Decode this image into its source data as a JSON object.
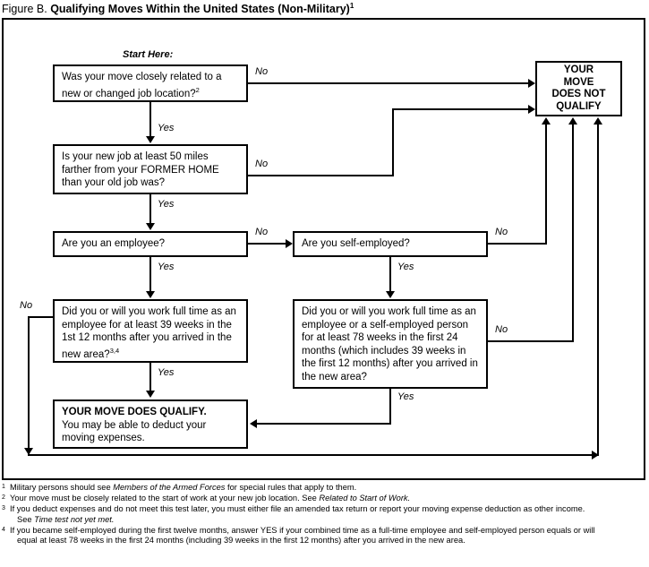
{
  "figure": {
    "lead": "Figure B.",
    "title": "Qualifying Moves Within the United States (Non-Military)",
    "title_superscript": "1"
  },
  "flowchart": {
    "start_label": "Start Here:",
    "nodes": {
      "q1": {
        "text": "Was your move closely related to a new or changed job location?",
        "superscript": "2"
      },
      "q2": {
        "text": "Is your new job at least 50 miles farther from your FORMER HOME than your old job was?"
      },
      "q3": {
        "text": "Are you an employee?"
      },
      "q4": {
        "text": "Are you self-employed?"
      },
      "q5": {
        "text": "Did you or will you work full time as an employee for at least 39 weeks in the 1st 12 months after you arrived in the new area?",
        "superscript": "3,4"
      },
      "q6": {
        "text": "Did you or will you work full time as an employee or a self-employed person for at least 78 weeks in the first 24 months (which includes 39 weeks in the first 12 months) after you arrived in the new area?"
      },
      "not_qualify": {
        "line1": "YOUR",
        "line2": "MOVE",
        "line3": "DOES NOT",
        "line4": "QUALIFY"
      },
      "does_qualify": {
        "title": "YOUR MOVE DOES QUALIFY.",
        "body": "You may be able to deduct your moving expenses."
      }
    },
    "edge_labels": {
      "q1_no": "No",
      "q1_yes": "Yes",
      "q2_no": "No",
      "q2_yes": "Yes",
      "q3_no": "No",
      "q3_yes": "Yes",
      "q4_no": "No",
      "q4_yes": "Yes",
      "q5_no": "No",
      "q5_yes": "Yes",
      "q6_no": "No",
      "q6_yes": "Yes"
    }
  },
  "footnotes": [
    {
      "marker": "1",
      "parts": [
        {
          "t": "Military persons should see ",
          "i": false
        },
        {
          "t": "Members of the Armed Forces",
          "i": true
        },
        {
          "t": " for special rules that apply to them.",
          "i": false
        }
      ]
    },
    {
      "marker": "2",
      "parts": [
        {
          "t": "Your move must be closely related to the start of work at your new job location. See ",
          "i": false
        },
        {
          "t": "Related to Start of Work.",
          "i": true
        }
      ]
    },
    {
      "marker": "3",
      "parts": [
        {
          "t": "If you deduct expenses and do not meet this test later, you must either file an amended tax return or report your moving expense deduction as other income.",
          "i": false
        },
        {
          "t": "BREAK",
          "i": false
        },
        {
          "t": "See ",
          "i": false
        },
        {
          "t": "Time test not yet met.",
          "i": true
        }
      ]
    },
    {
      "marker": "4",
      "parts": [
        {
          "t": "If you became self-employed during the first twelve months, answer YES if your combined time as a full-time employee and self-employed person equals or will",
          "i": false
        },
        {
          "t": "BREAK",
          "i": false
        },
        {
          "t": "equal at least 78 weeks in the first 24 months (including 39 weeks in the first 12 months) after you arrived in the new area.",
          "i": false
        }
      ]
    }
  ],
  "colors": {
    "line": "#000000",
    "background": "#ffffff"
  }
}
